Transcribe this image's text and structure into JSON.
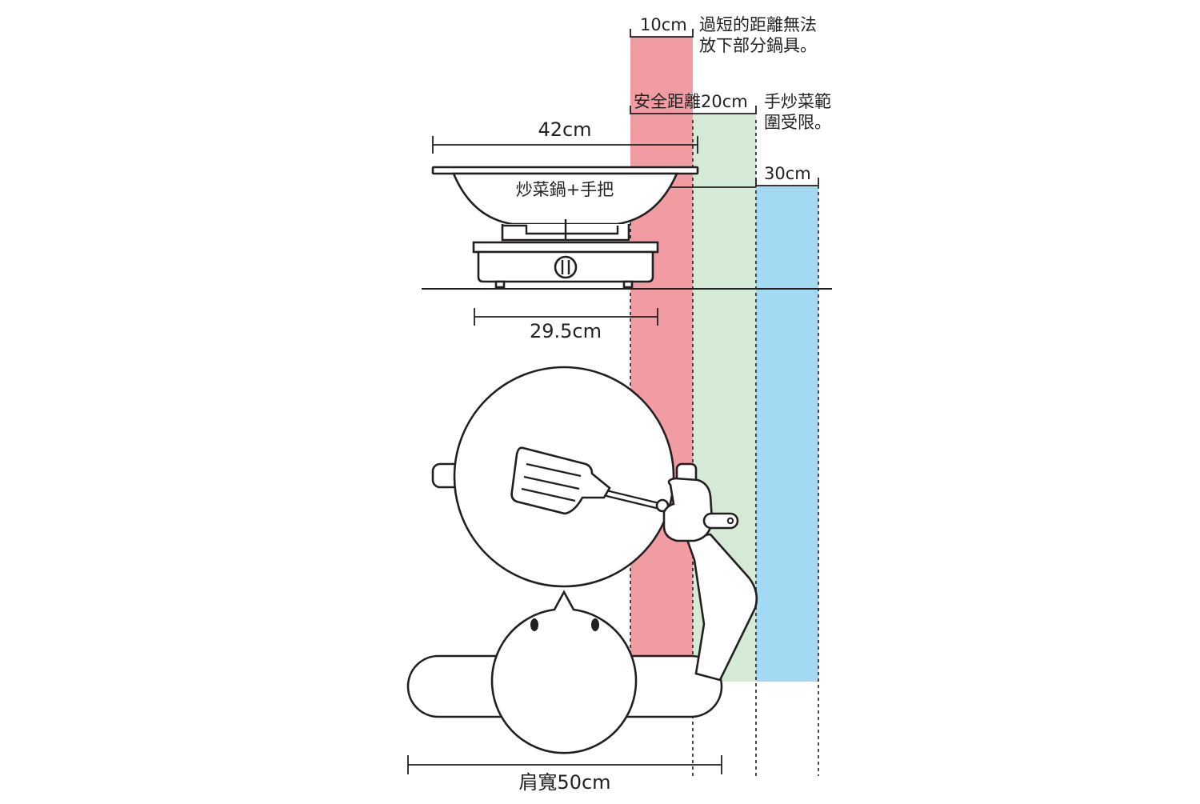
{
  "colors": {
    "red_band": "#f09ca2",
    "green_band": "#d4ead6",
    "blue_band": "#a4d9f4",
    "line": "#231f20"
  },
  "labels": {
    "gap_10": "10cm",
    "gap_10_note_1": "過短的距離無法",
    "gap_10_note_2": "放下部分鍋具。",
    "safe_20": "安全距離20cm",
    "safe_20_note_1": "手炒菜範",
    "safe_20_note_2": "圍受限。",
    "gap_30": "30cm",
    "wok_width": "42cm",
    "wok_name": "炒菜鍋+手把",
    "stove_width": "29.5cm",
    "shoulder_width": "肩寬50cm"
  },
  "icons": {
    "wok": "wok-side-icon",
    "stove": "gas-stove-icon",
    "person": "cook-person-icon",
    "spatula": "spatula-icon"
  }
}
